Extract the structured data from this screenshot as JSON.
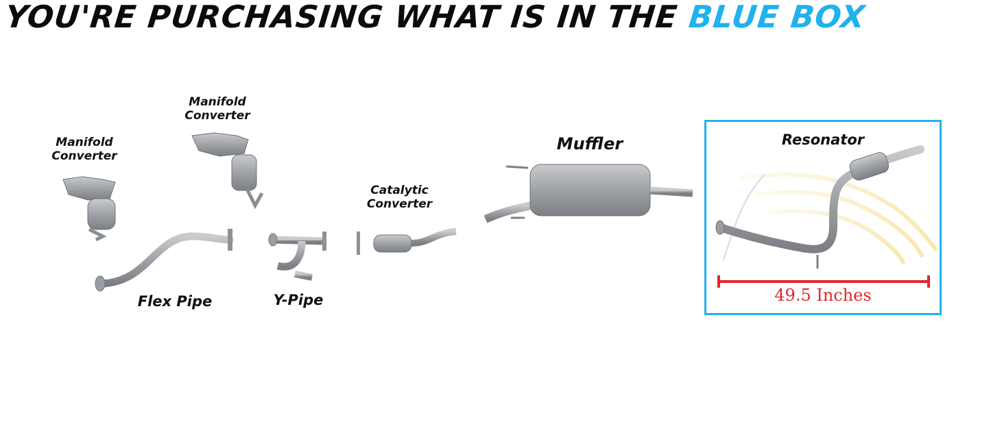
{
  "headline": {
    "prefix": "YOU'RE PURCHASING WHAT IS IN THE",
    "highlight": "BLUE BOX"
  },
  "parts": {
    "manifold_left": {
      "line1": "Manifold",
      "line2": "Converter"
    },
    "manifold_right": {
      "line1": "Manifold",
      "line2": "Converter"
    },
    "flex_pipe": "Flex Pipe",
    "y_pipe": "Y-Pipe",
    "catalytic": {
      "line1": "Catalytic",
      "line2": "Converter"
    },
    "muffler": "Muffler",
    "resonator": "Resonator"
  },
  "measurement": {
    "label": "49.5 Inches"
  },
  "colors": {
    "accent": "#20b2ec",
    "measure": "#e0262b",
    "metal": "#a4a7ab",
    "metal_dark": "#7d8084"
  }
}
